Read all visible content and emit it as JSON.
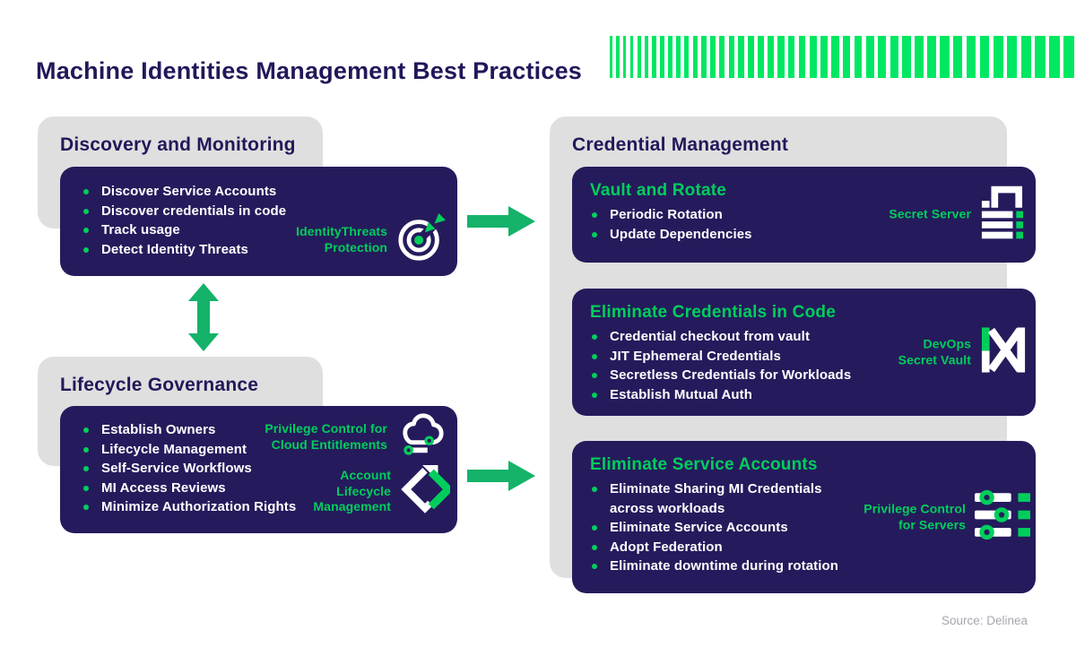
{
  "title": "Machine Identities Management Best Practices",
  "source": "Source: Delinea",
  "colors": {
    "navy": "#251B5C",
    "title_text": "#23175A",
    "gray_box": "#DFDFDF",
    "bright_green_bars": "#00E762",
    "green_accent": "#00CE5C",
    "arrow_green": "#14B369",
    "source_gray": "#A6A6AE"
  },
  "decor": {
    "bar_count": 44
  },
  "discovery": {
    "header": "Discovery and Monitoring",
    "bullets": [
      "Discover Service Accounts",
      "Discover credentials in code",
      "Track usage",
      "Detect Identity Threats"
    ],
    "product": "IdentityThreats\nProtection",
    "product_icon": "target-icon"
  },
  "lifecycle": {
    "header": "Lifecycle Governance",
    "bullets": [
      "Establish Owners",
      "Lifecycle Management",
      "Self-Service Workflows",
      "MI Access Reviews",
      "Minimize Authorization Rights"
    ],
    "products": {
      "cloud": "Privilege Control for\nCloud Entitlements",
      "alm": "Account\nLifecycle\nManagement"
    }
  },
  "credential": {
    "header": "Credential Management",
    "cards": [
      {
        "heading": "Vault and Rotate",
        "bullets": [
          "Periodic Rotation",
          "Update Dependencies"
        ],
        "product": "Secret Server"
      },
      {
        "heading": "Eliminate Credentials in Code",
        "bullets": [
          "Credential checkout from vault",
          "JIT Ephemeral Credentials",
          "Secretless Credentials for Workloads",
          "Establish Mutual Auth"
        ],
        "product": "DevOps\nSecret Vault"
      },
      {
        "heading": "Eliminate Service Accounts",
        "bullets": [
          "Eliminate Sharing MI Credentials across workloads",
          "Eliminate Service Accounts",
          "Adopt Federation",
          "Eliminate downtime during rotation"
        ],
        "product": "Privilege Control\nfor Servers"
      }
    ]
  }
}
